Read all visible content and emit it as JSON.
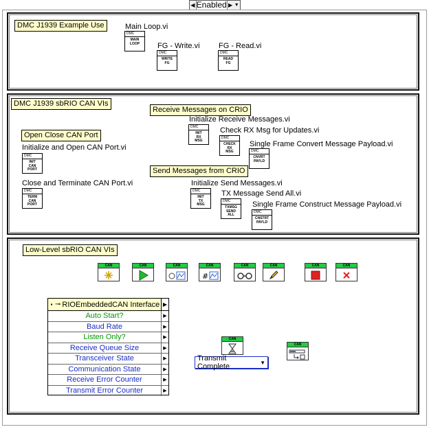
{
  "ring": {
    "value": "Enabled"
  },
  "frames": [
    {
      "label": "DMC J1939 Example Use",
      "vis": [
        {
          "name": "Main Loop.vi",
          "icon": [
            "MAIN",
            "LOOP"
          ]
        },
        {
          "name": "FG - Write.vi",
          "icon": [
            "WRITE",
            "FG"
          ]
        },
        {
          "name": "FG - Read.vi",
          "icon": [
            "READ",
            "FG"
          ]
        }
      ]
    },
    {
      "label": "DMC J1939 sbRIO CAN VIs",
      "sections": [
        "Open Close CAN Port",
        "Receive Messages on CRIO",
        "Send Messages from CRIO"
      ],
      "vis": [
        {
          "name": "Initialize and Open CAN Port.vi",
          "icon": [
            "INIT",
            "CAN",
            "PORT"
          ]
        },
        {
          "name": "Close and Terminate CAN Port.vi",
          "icon": [
            "TERM",
            "CAN",
            "PORT"
          ]
        },
        {
          "name": "Initialize Receive Messages.vi",
          "icon": [
            "INIT",
            "RX",
            "MSG"
          ]
        },
        {
          "name": "Check RX Msg for Updates.vi",
          "icon": [
            "CHECK",
            "RX",
            "MSG"
          ]
        },
        {
          "name": "Single Frame Convert Message Payload.vi",
          "icon": [
            "CNVRT",
            "PAYLD"
          ]
        },
        {
          "name": "Initialize Send Messages.vi",
          "icon": [
            "INIT",
            "TX",
            "MSG"
          ]
        },
        {
          "name": "TX Message Send All.vi",
          "icon": [
            "TXMSG",
            "SEND",
            "ALL"
          ]
        },
        {
          "name": "Single Frame Construct Message Payload.vi",
          "icon": [
            "CNSTRT",
            "PAYLD"
          ]
        }
      ]
    },
    {
      "label": "Low-Level sbRIO CAN VIs",
      "can_header": "CAN",
      "can_icons": [
        "spark-icon",
        "play-icon",
        "config-wave-icon",
        "config-wave-icon",
        "glasses-icon",
        "pencil-icon",
        "stop-icon",
        "close-icon",
        "hourglass-icon",
        "buffer-clear-icon"
      ],
      "cluster": {
        "title": "RIOEmbeddedCAN Interface",
        "rows": [
          {
            "name": "Auto Start?",
            "color": "#009900"
          },
          {
            "name": "Baud Rate",
            "color": "#1a2cc8"
          },
          {
            "name": "Listen Only?",
            "color": "#009900"
          },
          {
            "name": "Receive Queue Size",
            "color": "#1a2cc8"
          },
          {
            "name": "Transceiver State",
            "color": "#1a2cc8"
          },
          {
            "name": "Communication State",
            "color": "#1a2cc8"
          },
          {
            "name": "Receive Error Counter",
            "color": "#1a2cc8"
          },
          {
            "name": "Transmit Error Counter",
            "color": "#1a2cc8"
          }
        ]
      },
      "enum": {
        "value": "Transmit Complete"
      }
    }
  ],
  "dmc": "DMC"
}
